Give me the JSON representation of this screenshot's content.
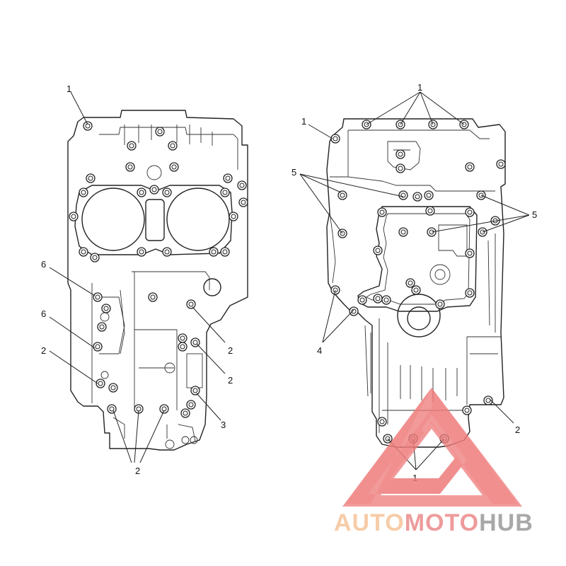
{
  "figure": {
    "left_view": {
      "callouts": [
        "1",
        "6",
        "6",
        "2",
        "2",
        "2",
        "3",
        "2"
      ]
    },
    "right_view": {
      "callouts": [
        "1",
        "1",
        "5",
        "5",
        "4",
        "2",
        "1"
      ]
    }
  },
  "watermark": {
    "part1": "AUTO",
    "part2": "MOTO",
    "part3": "HUB",
    "colors": {
      "auto": "#f6c49a",
      "moto": "#ec8a8a",
      "hub": "#9a9a9a",
      "triangle": "#ee7b7b"
    }
  }
}
